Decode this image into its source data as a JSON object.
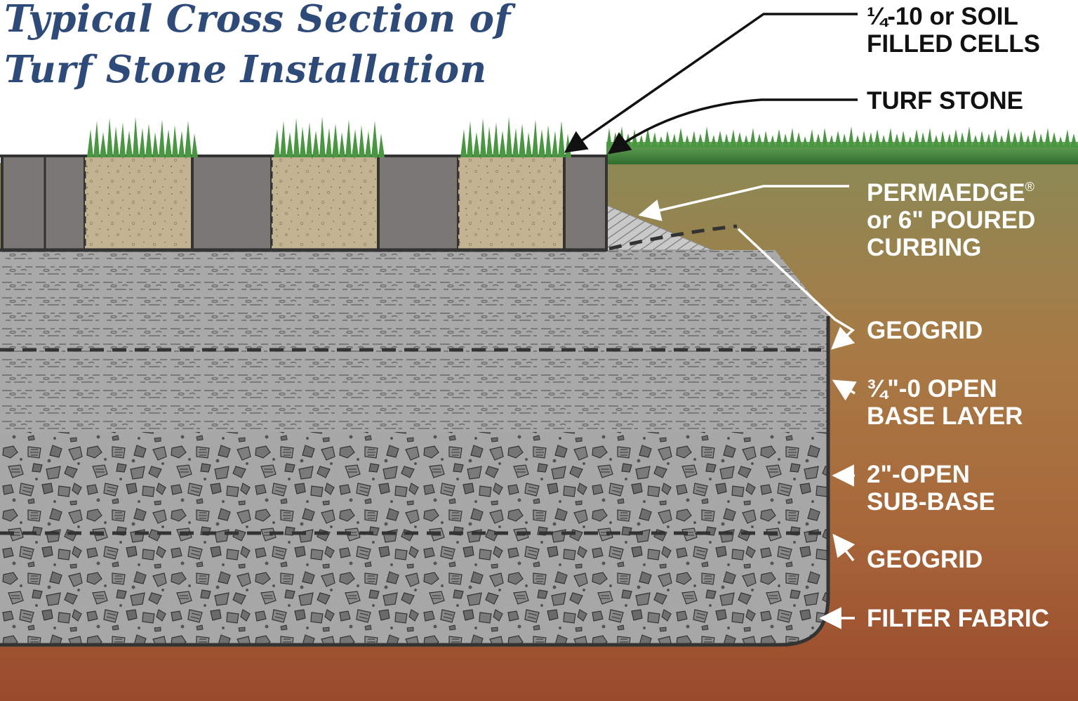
{
  "title": {
    "line1": "Typical Cross Section of",
    "line2": "Turf Stone Installation"
  },
  "labels": {
    "soil_cells": [
      "¼-10 or SOIL",
      "FILLED CELLS"
    ],
    "turf_stone": "TURF STONE",
    "permaedge": [
      "PERMAEDGE",
      "or 6\" POURED",
      "CURBING"
    ],
    "permaedge_mark": "®",
    "geogrid_upper": "GEOGRID",
    "base_layer": [
      "¾\"-0 OPEN",
      "BASE LAYER"
    ],
    "sub_base": [
      "2\"-OPEN",
      "SUB-BASE"
    ],
    "geogrid_lower": "GEOGRID",
    "filter_fabric": "FILTER FABRIC"
  },
  "colors": {
    "title": "#2e4a78",
    "soil_top": "#8c8955",
    "soil_mid": "#a8693b",
    "soil_bottom": "#9a4a2c",
    "turf_stone": "#7a7774",
    "soil_cell": "#c2b391",
    "gravel": "#a9a9a9",
    "grass": "#3f8a3a"
  }
}
